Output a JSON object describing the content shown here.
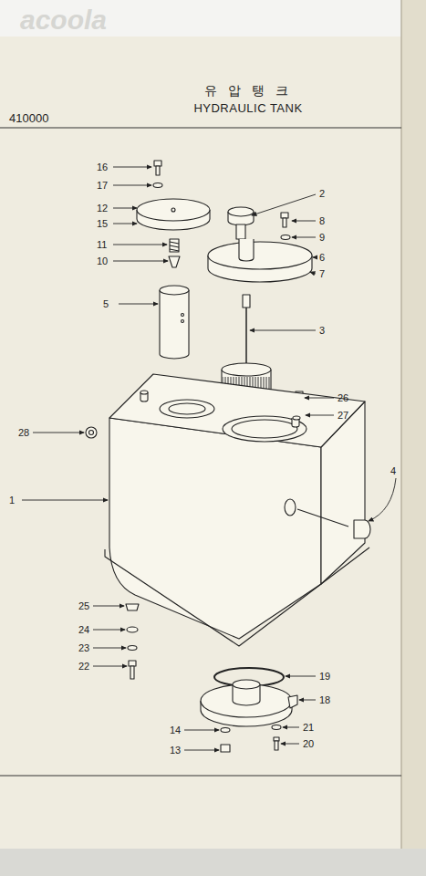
{
  "diagram": {
    "title": "HYDRAULIC TANK",
    "labels": [
      "유 압 탱 크",
      "410000",
      "acoola",
      "16",
      "17",
      "12",
      "15",
      "2",
      "8",
      "9",
      "6",
      "7",
      "11",
      "10",
      "5",
      "3",
      "26",
      "27",
      "28",
      "4",
      "1",
      "25",
      "24",
      "23",
      "22",
      "19",
      "18",
      "14",
      "13",
      "21",
      "20"
    ]
  }
}
